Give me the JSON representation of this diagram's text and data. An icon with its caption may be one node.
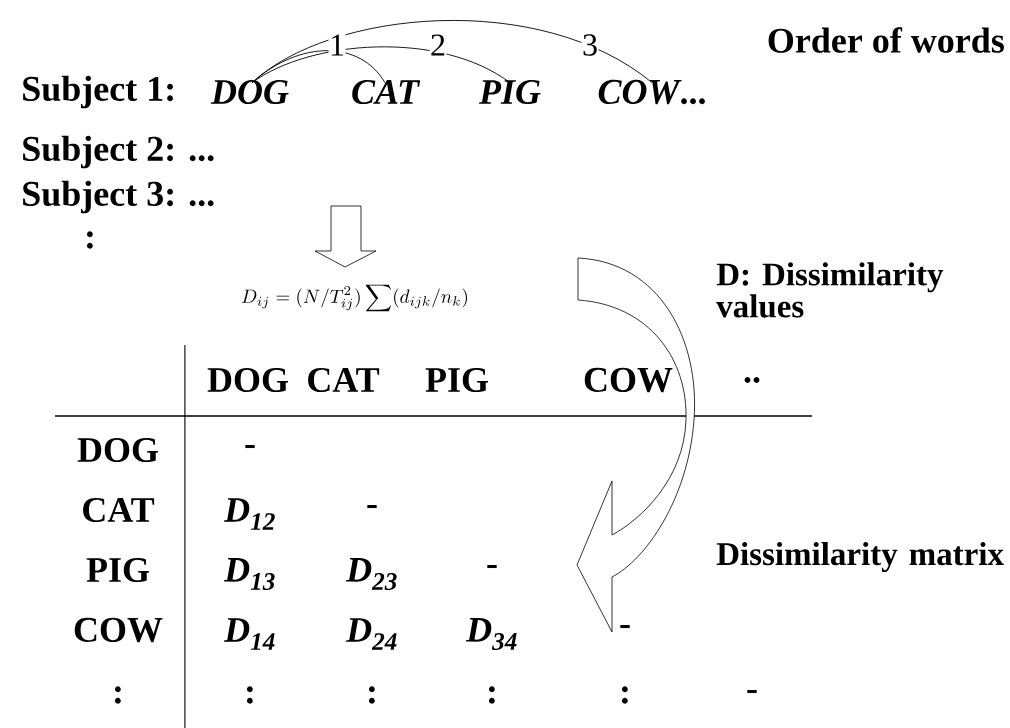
{
  "diagram": {
    "nodes": [
      {
        "text": [
          "DOG"
        ]
      },
      {
        "text": [
          "CAT"
        ]
      },
      {
        "text": [
          "PIG"
        ]
      },
      {
        "text": [
          "*COW*..."
        ]
      }
    ],
    "edges": [
      {
        "from": 0,
        "to": 1,
        "arrow": "none",
        "label": "1"
      },
      {
        "from": 0,
        "to": 2,
        "arrow": "none",
        "label": "2"
      },
      {
        "from": 0,
        "to": 3,
        "arrow": "none",
        "label": "3"
      }
    ],
    "labels": [
      "Order of words",
      "Subject 1:",
      "Subject 2: ...",
      "Subject 3: ...",
      ":",
      "D_{ij} = (N / T_{ij}^{2}) \\sum (d_{ijk} / n_{k})",
      "D: Dissimilarity values",
      "DOG",
      "CAT",
      "PIG",
      "COW",
      "..",
      "DOG",
      "-",
      "CAT",
      "D$_{12}$",
      "-",
      "PIG",
      "D$_{13}$",
      "D$_{23}$",
      "-",
      "COW",
      "D$_{14}$",
      "D$_{24}$",
      "D$_{34}$",
      "-",
      ":",
      ":",
      ":",
      ":",
      ":",
      "-",
      "Dissimilarity matrix"
    ]
  }
}
